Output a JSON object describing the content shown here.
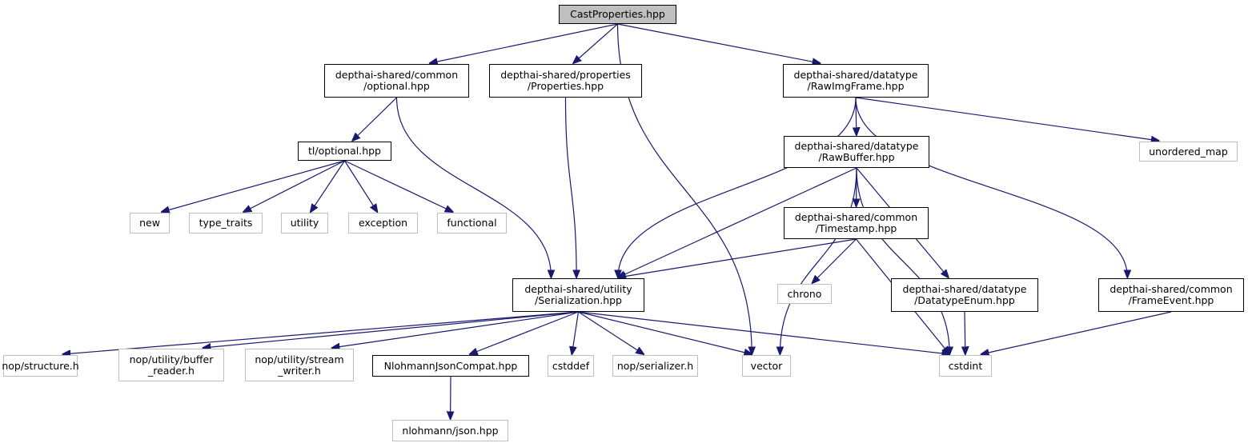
{
  "title": "CastProperties.hpp include dependency graph",
  "colors": {
    "edge": "#191970",
    "root_fill": "#bfbfbf",
    "internal_border": "#000000",
    "external_border": "#bfbfbf"
  },
  "nodes": [
    {
      "id": "cast",
      "label": "CastProperties.hpp",
      "kind": "root"
    },
    {
      "id": "optional_common",
      "label": "depthai-shared/common\n/optional.hpp",
      "kind": "internal"
    },
    {
      "id": "properties",
      "label": "depthai-shared/properties\n/Properties.hpp",
      "kind": "internal"
    },
    {
      "id": "rawimgframe",
      "label": "depthai-shared/datatype\n/RawImgFrame.hpp",
      "kind": "internal"
    },
    {
      "id": "tl_optional",
      "label": "tl/optional.hpp",
      "kind": "internal"
    },
    {
      "id": "rawbuffer",
      "label": "depthai-shared/datatype\n/RawBuffer.hpp",
      "kind": "internal"
    },
    {
      "id": "unordered_map",
      "label": "unordered_map",
      "kind": "external"
    },
    {
      "id": "new",
      "label": "new",
      "kind": "external"
    },
    {
      "id": "type_traits",
      "label": "type_traits",
      "kind": "external"
    },
    {
      "id": "utility",
      "label": "utility",
      "kind": "external"
    },
    {
      "id": "exception",
      "label": "exception",
      "kind": "external"
    },
    {
      "id": "functional",
      "label": "functional",
      "kind": "external"
    },
    {
      "id": "timestamp",
      "label": "depthai-shared/common\n/Timestamp.hpp",
      "kind": "internal"
    },
    {
      "id": "serialization",
      "label": "depthai-shared/utility\n/Serialization.hpp",
      "kind": "internal"
    },
    {
      "id": "chrono",
      "label": "chrono",
      "kind": "external"
    },
    {
      "id": "datatypeenum",
      "label": "depthai-shared/datatype\n/DatatypeEnum.hpp",
      "kind": "internal"
    },
    {
      "id": "frameevent",
      "label": "depthai-shared/common\n/FrameEvent.hpp",
      "kind": "internal"
    },
    {
      "id": "nop_structure",
      "label": "nop/structure.h",
      "kind": "external"
    },
    {
      "id": "nop_buffer_reader",
      "label": "nop/utility/buffer\n_reader.h",
      "kind": "external"
    },
    {
      "id": "nop_stream_writer",
      "label": "nop/utility/stream\n_writer.h",
      "kind": "external"
    },
    {
      "id": "nlohmann_compat",
      "label": "NlohmannJsonCompat.hpp",
      "kind": "internal"
    },
    {
      "id": "cstddef",
      "label": "cstddef",
      "kind": "external"
    },
    {
      "id": "nop_serializer",
      "label": "nop/serializer.h",
      "kind": "external"
    },
    {
      "id": "vector",
      "label": "vector",
      "kind": "external"
    },
    {
      "id": "cstdint",
      "label": "cstdint",
      "kind": "external"
    },
    {
      "id": "nlohmann_json",
      "label": "nlohmann/json.hpp",
      "kind": "external"
    }
  ],
  "edges": [
    [
      "cast",
      "optional_common"
    ],
    [
      "cast",
      "properties"
    ],
    [
      "cast",
      "vector"
    ],
    [
      "cast",
      "rawimgframe"
    ],
    [
      "optional_common",
      "tl_optional"
    ],
    [
      "optional_common",
      "serialization"
    ],
    [
      "properties",
      "serialization"
    ],
    [
      "rawimgframe",
      "serialization"
    ],
    [
      "rawimgframe",
      "rawbuffer"
    ],
    [
      "rawimgframe",
      "unordered_map"
    ],
    [
      "rawimgframe",
      "frameevent"
    ],
    [
      "tl_optional",
      "new"
    ],
    [
      "tl_optional",
      "type_traits"
    ],
    [
      "tl_optional",
      "utility"
    ],
    [
      "tl_optional",
      "exception"
    ],
    [
      "tl_optional",
      "functional"
    ],
    [
      "rawbuffer",
      "serialization"
    ],
    [
      "rawbuffer",
      "timestamp"
    ],
    [
      "rawbuffer",
      "vector"
    ],
    [
      "rawbuffer",
      "datatypeenum"
    ],
    [
      "rawbuffer",
      "cstdint"
    ],
    [
      "timestamp",
      "serialization"
    ],
    [
      "timestamp",
      "chrono"
    ],
    [
      "timestamp",
      "cstdint"
    ],
    [
      "datatypeenum",
      "cstdint"
    ],
    [
      "frameevent",
      "cstdint"
    ],
    [
      "serialization",
      "nop_structure"
    ],
    [
      "serialization",
      "nop_buffer_reader"
    ],
    [
      "serialization",
      "nop_stream_writer"
    ],
    [
      "serialization",
      "nlohmann_compat"
    ],
    [
      "serialization",
      "cstddef"
    ],
    [
      "serialization",
      "nop_serializer"
    ],
    [
      "serialization",
      "vector"
    ],
    [
      "serialization",
      "cstdint"
    ],
    [
      "nlohmann_compat",
      "nlohmann_json"
    ]
  ]
}
